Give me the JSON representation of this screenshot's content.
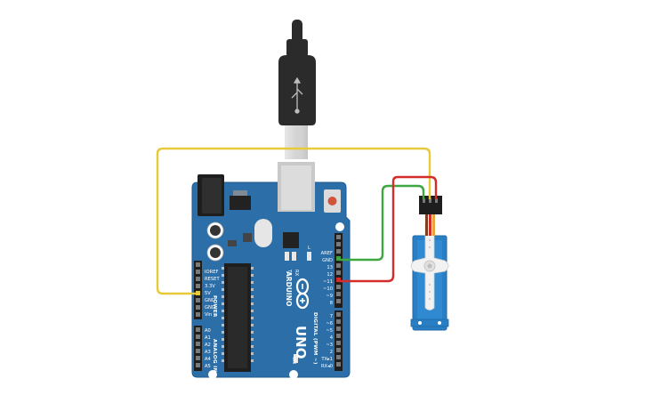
{
  "board": {
    "brand": "ARDUINO",
    "model": "UNO",
    "section_power": "POWER",
    "section_analog": "ANALOG IN",
    "section_digital": "DIGITAL (PWM ~)",
    "led_tx": "TX",
    "led_rx": "RX",
    "led_l": "L",
    "led_on": "ON",
    "power_pins": [
      "IOREF",
      "RESET",
      "3.3V",
      "5V",
      "GND",
      "GND",
      "Vin"
    ],
    "analog_pins": [
      "A0",
      "A1",
      "A2",
      "A3",
      "A4",
      "A5"
    ],
    "digital_top_pins": [
      "AREF",
      "GND",
      "13",
      "12",
      "~11",
      "~10",
      "~9",
      "8"
    ],
    "digital_bottom_pins": [
      "7",
      "~6",
      "~5",
      "4",
      "~3",
      "2",
      "TX▸1",
      "RX◂0"
    ]
  },
  "colors": {
    "board": "#2c6fa8",
    "board_edge": "#1d5a8e",
    "wire_power": "#e7c93a",
    "wire_signal": "#3ea741",
    "wire_ground": "#d42b2b",
    "servo": "#2a7fc4",
    "usb_cable": "#2b2b2b"
  },
  "wires": [
    {
      "name": "wire-yellow",
      "from": "5V",
      "to": "servo power"
    },
    {
      "name": "wire-green",
      "from": "GND",
      "to": "servo signal"
    },
    {
      "name": "wire-red",
      "from": "~11",
      "to": "servo"
    }
  ]
}
